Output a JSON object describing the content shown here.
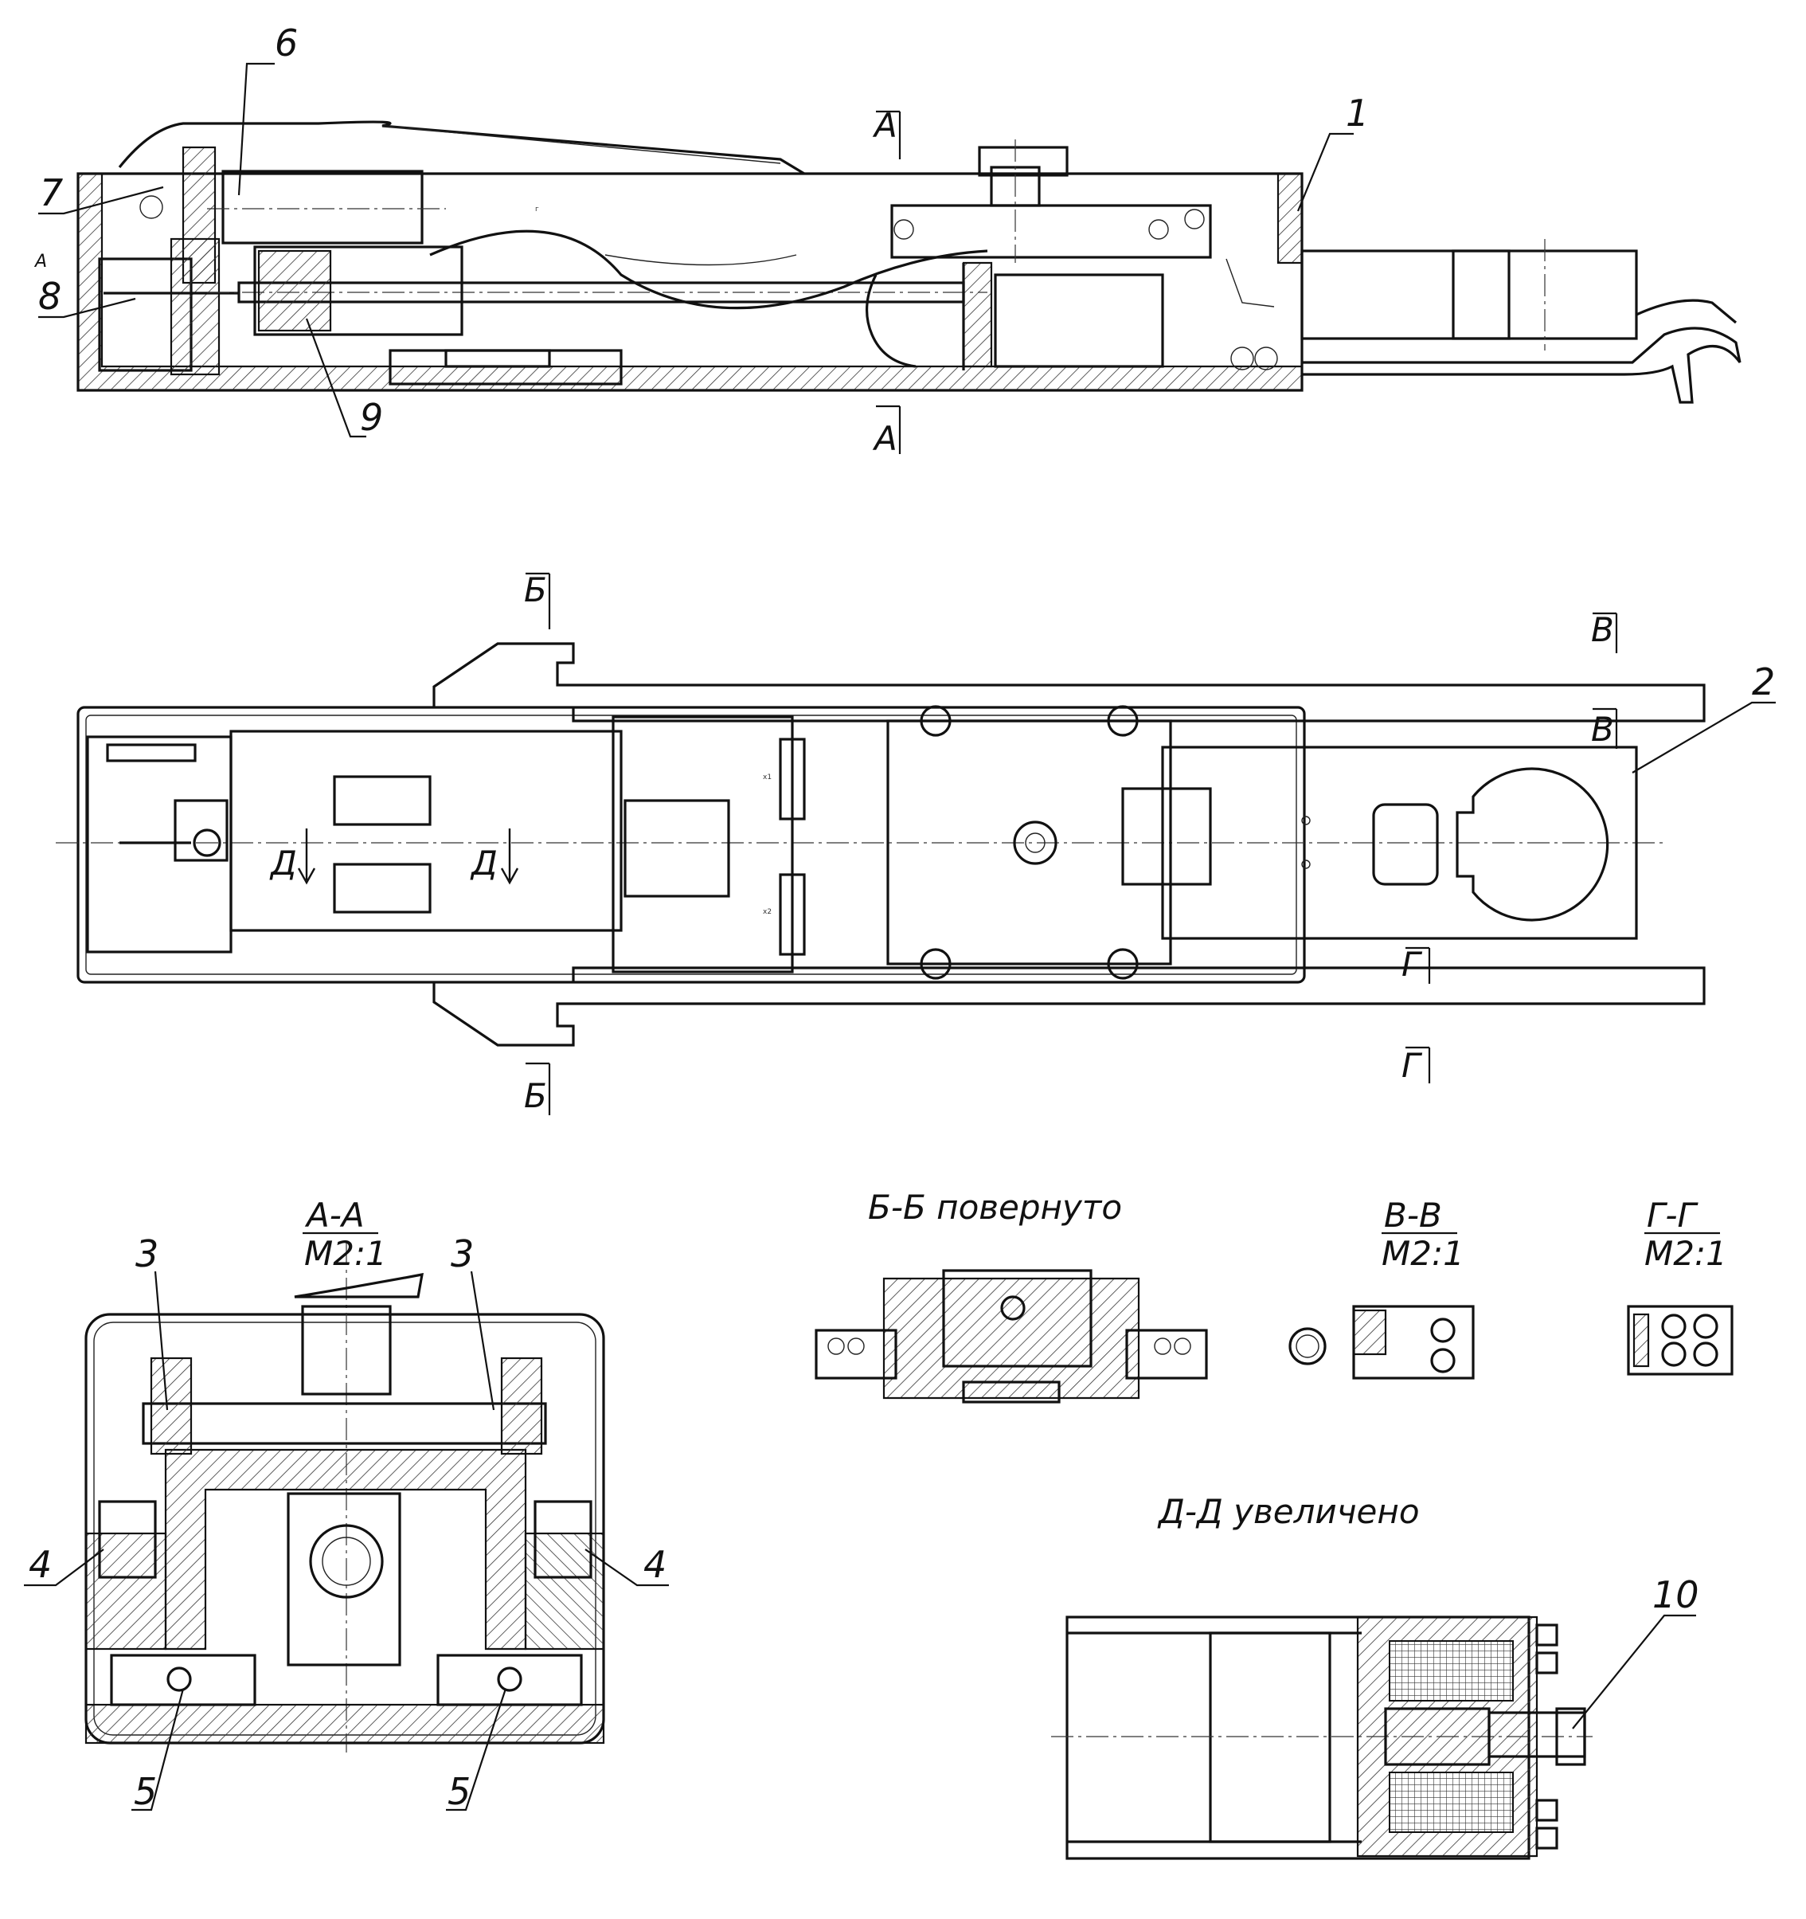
{
  "positions": [
    "1",
    "2",
    "3",
    "4",
    "5",
    "6",
    "7",
    "8",
    "9",
    "10"
  ],
  "section_marks": {
    "a": "А",
    "b": "Б",
    "v": "В",
    "g": "Г",
    "d": "Д"
  },
  "views": {
    "aa_title": "А-А",
    "aa_scale": "М2:1",
    "bb_title": "Б-Б повернуто",
    "vv_title": "В-В",
    "vv_scale": "М2:1",
    "gg_title": "Г-Г",
    "gg_scale": "М2:1",
    "dd_title": "Д-Д увеличено"
  },
  "small_marks": {
    "x1": "х1",
    "x2": "х2",
    "g_small": "г"
  }
}
